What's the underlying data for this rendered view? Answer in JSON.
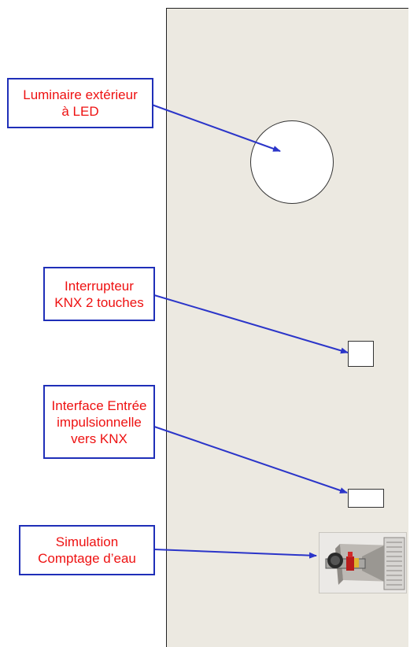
{
  "labels": {
    "luminaire": {
      "line1": "Luminaire extérieur",
      "line2": "à LED"
    },
    "switch": {
      "line1": "Interrupteur",
      "line2": "KNX 2 touches"
    },
    "interface": {
      "line1": "Interface Entrée",
      "line2": "impulsionnelle",
      "line3": "vers KNX"
    },
    "simulation": {
      "line1": "Simulation",
      "line2": "Comptage d’eau"
    }
  },
  "icons": {
    "luminaire": "circle-lamp-icon",
    "switch": "square-switch-icon",
    "interface": "rectangle-interface-icon",
    "meter": "water-meter-photo"
  },
  "colors": {
    "label_text": "#ee1111",
    "label_border": "#1f2fb8",
    "arrow": "#2b35c9",
    "wall": "#ece9e1"
  }
}
